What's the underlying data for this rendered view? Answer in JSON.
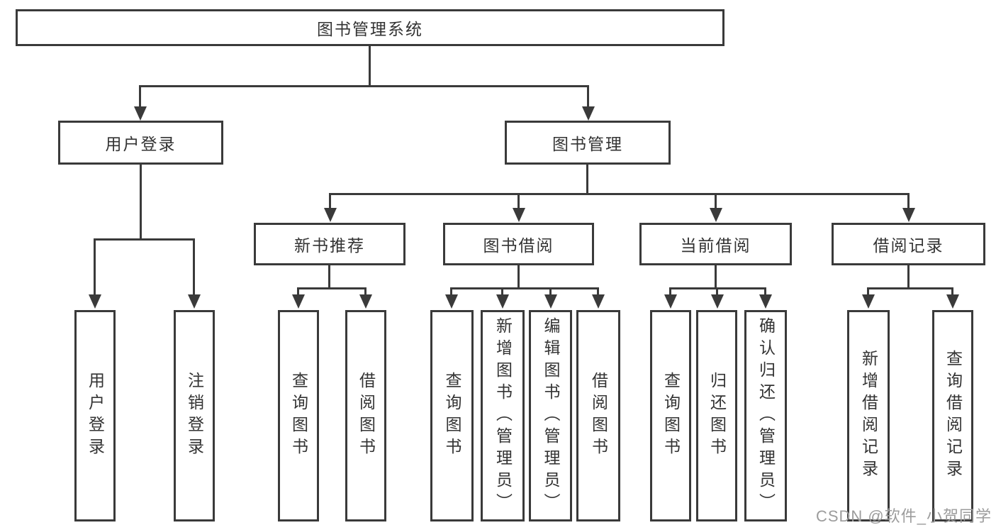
{
  "diagram": {
    "root": {
      "label": "图书管理系统"
    },
    "level1": [
      {
        "id": "user-login",
        "label": "用户登录"
      },
      {
        "id": "book-management",
        "label": "图书管理"
      }
    ],
    "level2": [
      {
        "id": "new-book-recommend",
        "label": "新书推荐"
      },
      {
        "id": "book-borrow",
        "label": "图书借阅"
      },
      {
        "id": "current-borrow",
        "label": "当前借阅"
      },
      {
        "id": "borrow-records",
        "label": "借阅记录"
      }
    ],
    "leaves": [
      {
        "id": "user-login-leaf",
        "label": "用户登录"
      },
      {
        "id": "logout",
        "label": "注销登录"
      },
      {
        "id": "query-books-recommend",
        "label": "查询图书"
      },
      {
        "id": "borrow-books-recommend",
        "label": "借阅图书"
      },
      {
        "id": "query-books-borrow",
        "label": "查询图书"
      },
      {
        "id": "add-books-admin",
        "label": "新增图书（管理员）"
      },
      {
        "id": "edit-books-admin",
        "label": "编辑图书（管理员）"
      },
      {
        "id": "borrow-books",
        "label": "借阅图书"
      },
      {
        "id": "query-books-current",
        "label": "查询图书"
      },
      {
        "id": "return-books",
        "label": "归还图书"
      },
      {
        "id": "confirm-return-admin",
        "label": "确认归还（管理员）"
      },
      {
        "id": "add-borrow-record",
        "label": "新增借阅记录"
      },
      {
        "id": "query-borrow-record",
        "label": "查询借阅记录"
      }
    ]
  },
  "watermark": {
    "text": "CSDN @软件_小贺同学"
  },
  "colors": {
    "line": "#3a3a3a",
    "text": "#333333",
    "watermark": "#9c9c9c",
    "background": "#ffffff"
  }
}
